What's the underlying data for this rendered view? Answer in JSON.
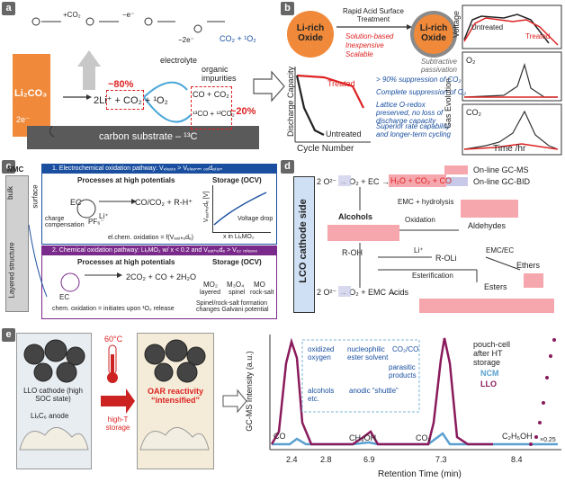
{
  "panels": {
    "a": {
      "label": "a",
      "top_steps": [
        "+CO₂",
        "−e⁻",
        "−2e⁻",
        "CO₂ + ¹O₂"
      ],
      "li2co3": "Li₂CO₃",
      "e2": "2e⁻",
      "electrolyte": "electrolyte",
      "organic": "organic impurities",
      "pct80": "~80%",
      "pct20": "~20%",
      "reaction": "2Li⁺ + CO₂ + ¹O₂",
      "co": "CO + CO₂",
      "c13": "¹³CO + ¹³CO₂",
      "substrate": "carbon substrate – ¹³C"
    },
    "b": {
      "label": "b",
      "left_oxide": "Li-rich Oxide",
      "right_oxide": "Li-rich Oxide",
      "treatment_title": "Rapid Acid Surface Treatment",
      "bullets": [
        "Solution-based",
        "Inexpensive",
        "Scalable"
      ],
      "subtractive": "Subtractive passivation",
      "dc_ylabel": "Discharge Capacity",
      "dc_xlabel": "Cycle Number",
      "treated": "Treated",
      "untreated": "Untreated",
      "checks": [
        "> 90% suppression of CO₂",
        "Complete suppression of O₂",
        "Lattice O-redox preserved, no loss of discharge capacity",
        "Superior rate capability and longer-term cycling"
      ],
      "voltage": "Voltage",
      "gas": "Gas Evolution",
      "o2": "O₂",
      "co2": "CO₂",
      "time": "Time /hr",
      "untreated2": "Untreated",
      "treated2": "Treated"
    },
    "c": {
      "label": "c",
      "nmc": "NMC",
      "bulk": "bulk",
      "surface": "surface",
      "layered": "Layered structure",
      "path1": "1. Electrochemical oxidation pathway: Vₑₗₑₐₜₑ > Vₑₗₑₑₙₘ ₒₓᵢdₐₜᵢₒₙ",
      "path2": "2. Chemical oxidation pathway: LiₓMO₂ w/ x < 0.2 and Vₑₐₜₕₒdₑ > Vₒ₂ ᵣₑₗₑₐₛₑ",
      "high_pot": "Processes at high potentials",
      "storage": "Storage (OCV)",
      "ec": "EC",
      "eq1": "CO/CO₂ + R-H⁺",
      "eq2": "2CO₂ + CO + 2H₂O",
      "charge_comp": "charge compensation",
      "pf6": "PF₆⁻",
      "li": "Li⁺",
      "elchem": "el.chem. oxidation = f(Vₑₐₜₕₒdₑ)",
      "chem": "chem. oxidation = initiates upon ¹O₂ release",
      "vdrop": "Voltage drop",
      "xaxis": "x in LiₓMO₂",
      "yaxis": "Vₑₐₜₕₒdₑ [V]",
      "layered_lbl": "layered",
      "spinel": "spinel",
      "rocksalt": "rock-salt",
      "spinel_note": "Spinel/rock-salt formation changes Galvani potential",
      "mo2": "MO₂",
      "m3o4": "M₃O₄",
      "mo": "MO"
    },
    "d": {
      "label": "d",
      "side": "LCO cathode side",
      "legend_ms": "On-line GC-MS",
      "legend_bid": "On-line GC-BID",
      "o2a": "2 O²⁻ → O₂ + EC →",
      "products": "H₂O + CO₂ + CO",
      "hydrolysis": "EMC + hydrolysis",
      "alcohols": "Alcohols",
      "oxidation": "Oxidation",
      "aldehydes": "Aldehydes",
      "ror": "R-OH",
      "li": "Li⁺",
      "roli": "R-OLi",
      "emcec": "EMC/EC",
      "ethers": "Ethers",
      "esterification": "Esterification",
      "esters": "Esters",
      "o2b": "2 O²⁻ → O₂ + EMC →",
      "acids": "Acids"
    },
    "e": {
      "label": "e",
      "llo": "LLO cathode (high SOC state)",
      "anode": "LiₓC₆ anode",
      "temp": "60°C",
      "hightstorage": "high-T storage",
      "oar": "OAR reactivity “intensified”",
      "ylabel": "GC-MS Intensity (a.u.)",
      "xlabel": "Retention Time (min)",
      "oxidized": "oxidized oxygen",
      "nucleo": "nucleophilic ester solvent",
      "co2co": "CO₂/CO",
      "parasitic": "parasitic products",
      "alcohols": "alcohols etc.",
      "shuttle": "anodic “shuttle”",
      "pouch": "pouch-cell after HT storage",
      "legend_ncm": "NCM",
      "legend_llo": "LLO",
      "peaks": [
        "CO",
        "CH₃OH",
        "CO₂",
        "C₂H₅OH"
      ],
      "scale": "×0.25",
      "ticks": [
        "2.4",
        "2.8",
        "6.9",
        "7.3",
        "8.4"
      ],
      "colors": {
        "ncm": "#5aa0d0",
        "llo": "#8a1a5c"
      }
    }
  }
}
